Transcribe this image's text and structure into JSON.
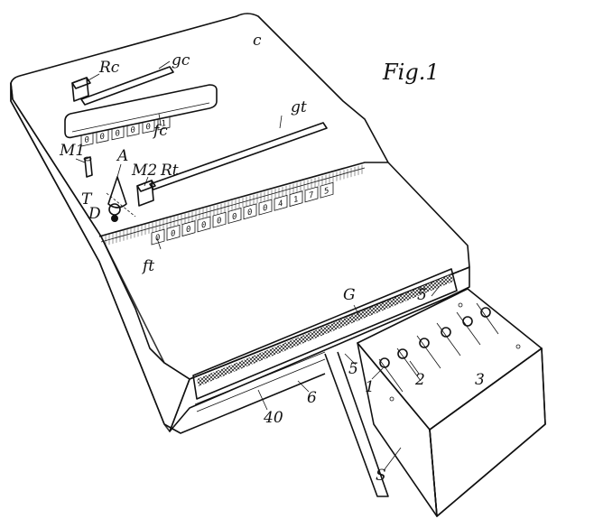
{
  "figure_title": "Fig.1",
  "labels": {
    "c": "c",
    "rc": "Rc",
    "gc": "gc",
    "fc": "fc",
    "gt": "gt",
    "m1": "M1",
    "a": "A",
    "m2": "M2",
    "rt": "Rt",
    "t": "T",
    "d": "D",
    "ft": "ft",
    "g": "G",
    "five_right": "5",
    "five_left": "5",
    "one": "1",
    "two": "2",
    "three": "3",
    "forty": "40",
    "six": "6",
    "s": "S"
  },
  "counter_c_digits": [
    "0",
    "0",
    "0",
    "0",
    "0",
    "1"
  ],
  "counter_t_digits": [
    "0",
    "0",
    "0",
    "0",
    "0",
    "0",
    "0",
    "0",
    "4",
    "1",
    "7",
    "5"
  ]
}
